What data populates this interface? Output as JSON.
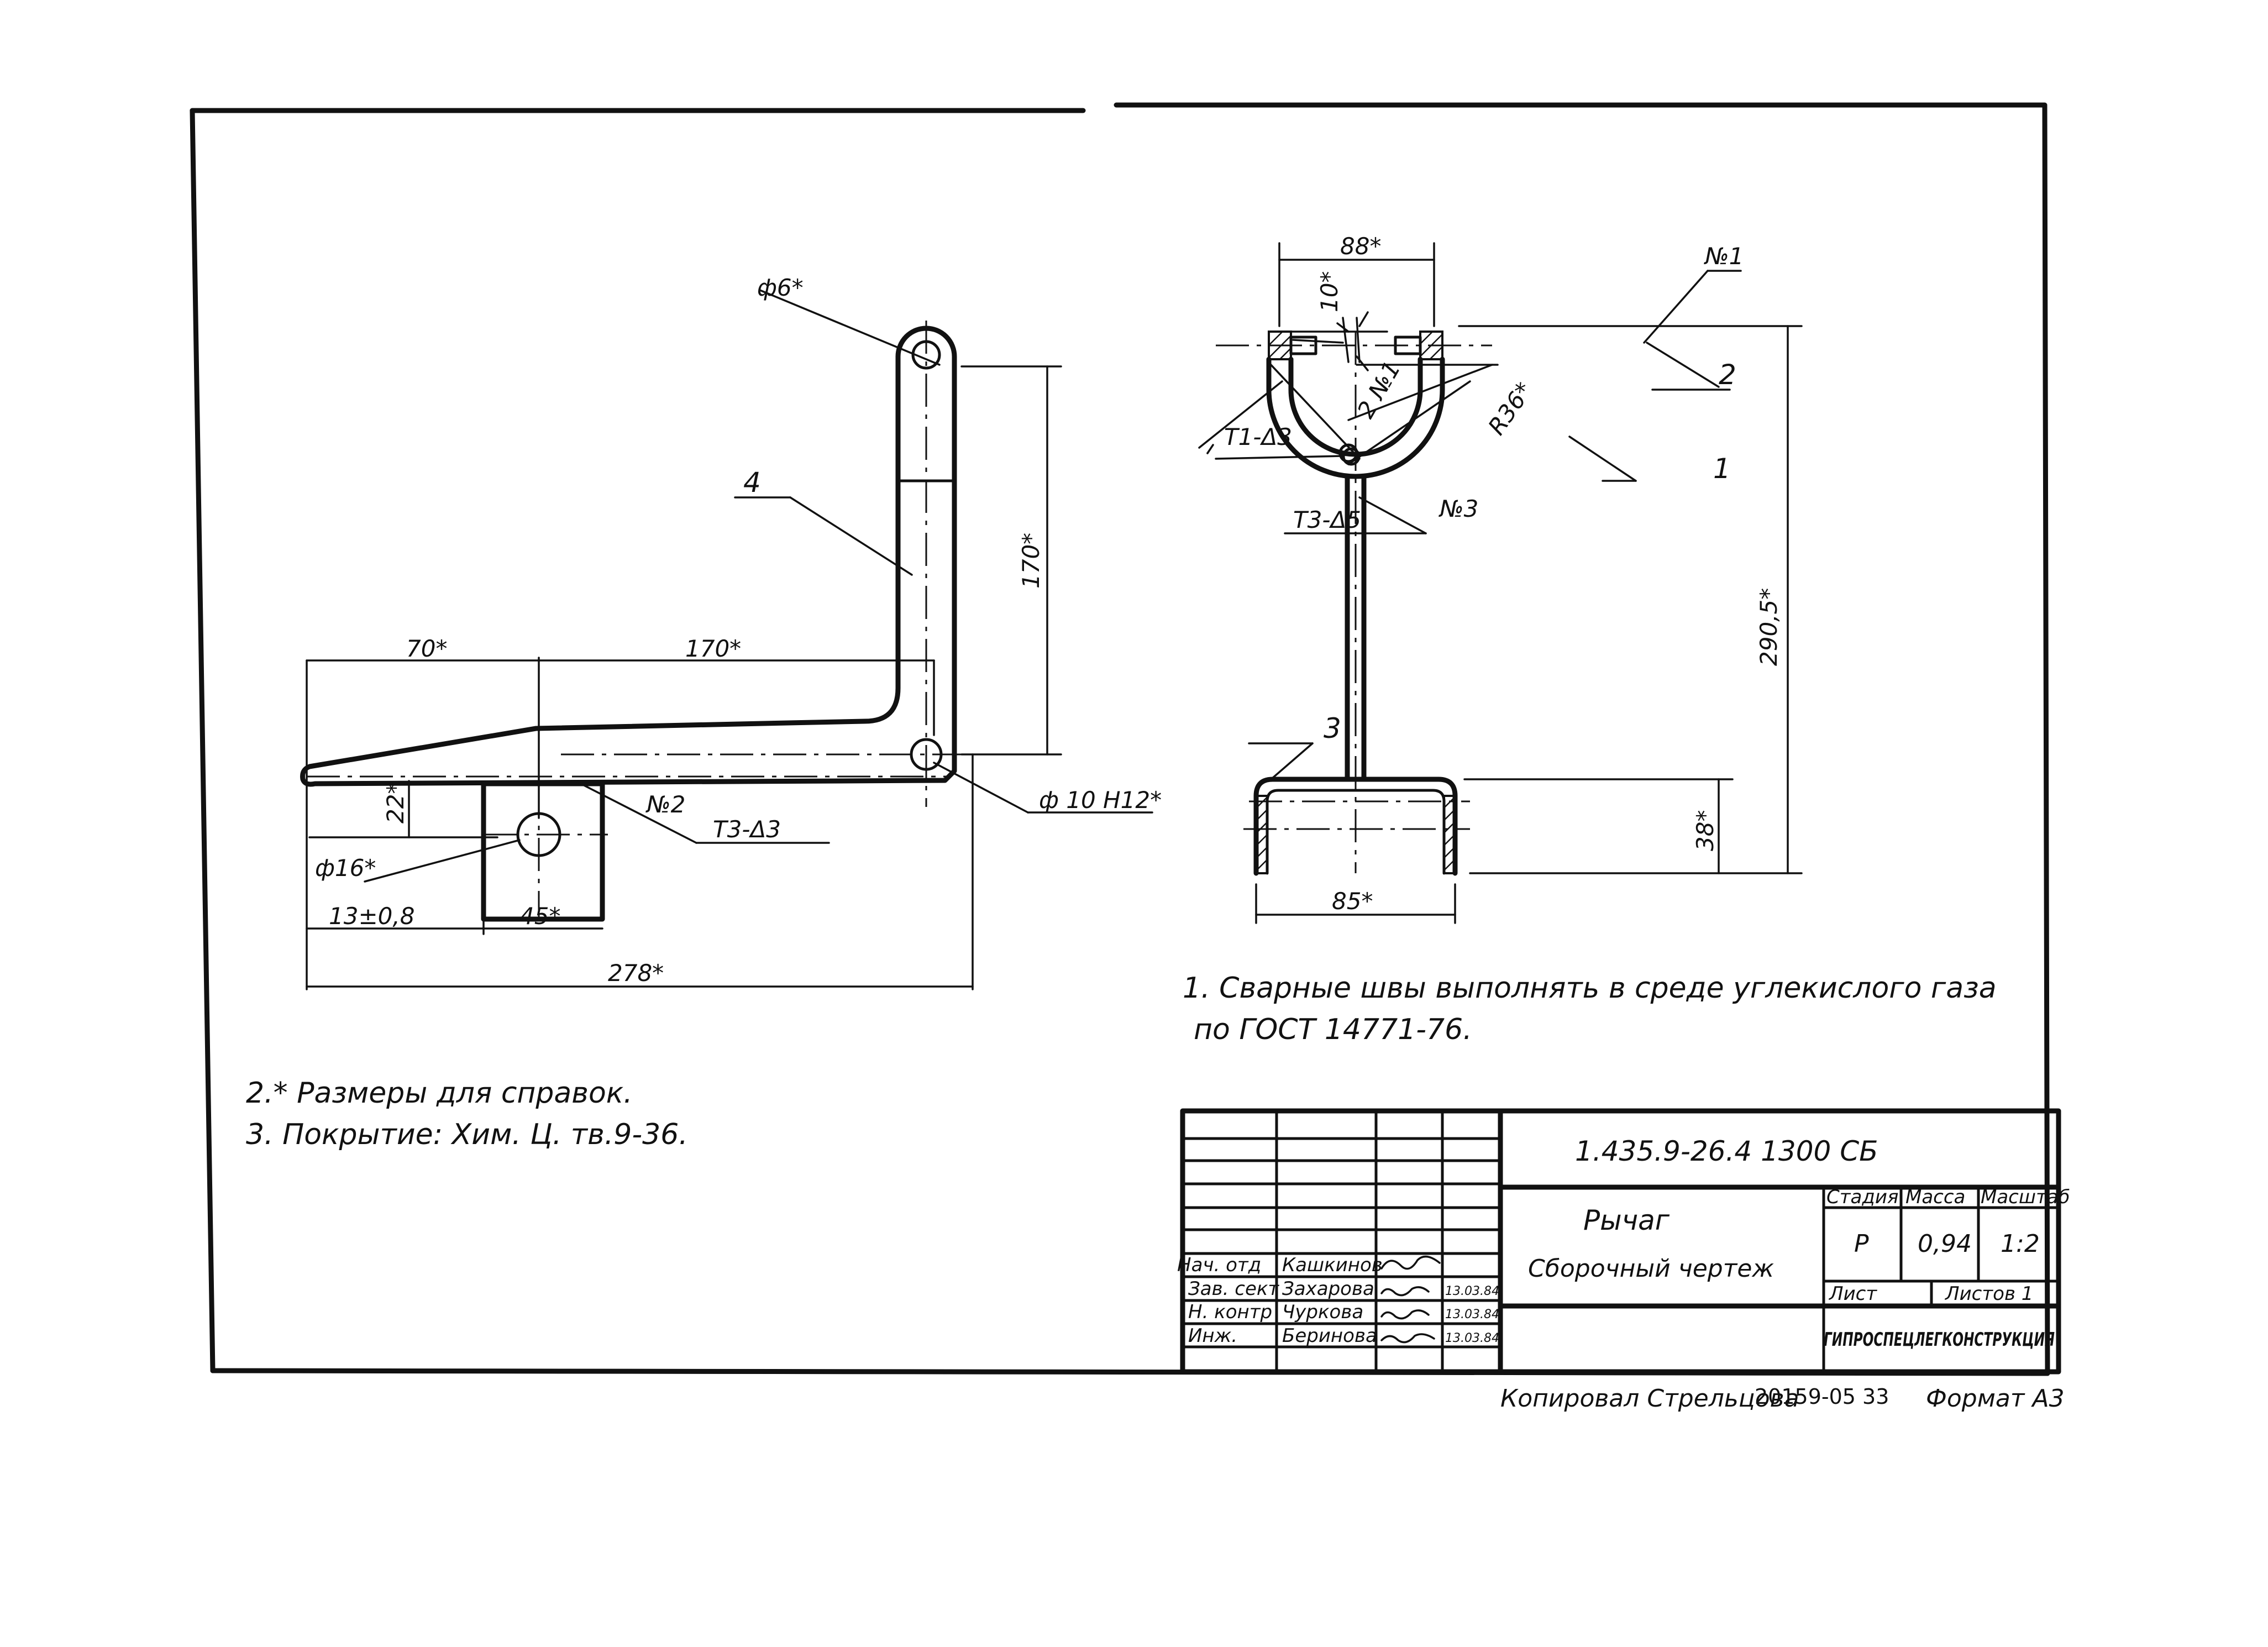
{
  "drawing": {
    "left_view": {
      "dims": {
        "hole_top": "ф6*",
        "height": "170*",
        "length_70": "70*",
        "length_170": "170*",
        "hole_bottom": "ф 10 H12*",
        "hole_boss": "ф16*",
        "offset_22": "22*",
        "offset_13": "13±0,8",
        "boss_width": "45*",
        "total": "278*"
      },
      "callouts": {
        "part_4": "4",
        "weld_no2": "№2",
        "weld_t3": "Т3-Δ3"
      }
    },
    "right_view": {
      "dims": {
        "width_top": "88*",
        "top_10": "10*",
        "radius": "R36*",
        "height": "290,5*",
        "base_38": "38*",
        "base_width": "85*"
      },
      "callouts": {
        "weld_no1": "№1",
        "part_2": "2",
        "weld_left": "2 №1",
        "weld_t1": "Т1-Δ3",
        "part_1": "1",
        "weld_t3": "Т3-Δ5",
        "weld_no3": "№3",
        "part_3": "3"
      }
    },
    "notes": {
      "note1_line1": "1. Сварные швы выполнять в среде углекислого газа",
      "note1_line2": "по ГОСТ 14771-76.",
      "note2": "2.* Размеры для справок.",
      "note3": "3. Покрытие: Хим. Ц. тв.9-36."
    }
  },
  "title_block": {
    "doc_code": "1.435.9-26.4  1300 СБ",
    "name_line1": "Рычаг",
    "name_line2": "Сборочный чертеж",
    "stage_label": "Стадия",
    "mass_label": "Масса",
    "scale_label": "Масштаб",
    "stage": "Р",
    "mass": "0,94",
    "scale": "1:2",
    "sheet_label": "Лист",
    "sheets_label": "Листов 1",
    "org": "ГИПРОСПЕЦЛЕГКОНСТРУКЦИЯ",
    "signatures": [
      {
        "role": "Нач. отд",
        "name": "Кашкинов",
        "date": ""
      },
      {
        "role": "Зав. сект",
        "name": "Захарова",
        "date": "13.03.84"
      },
      {
        "role": "Н. контр",
        "name": "Чуркова",
        "date": "13.03.84"
      },
      {
        "role": "Инж.",
        "name": "Беринова",
        "date": "13.03.84"
      }
    ]
  },
  "footer": {
    "copied": "Копировал Стрельцова",
    "number": "20159-05  33",
    "format": "Формат А3"
  }
}
